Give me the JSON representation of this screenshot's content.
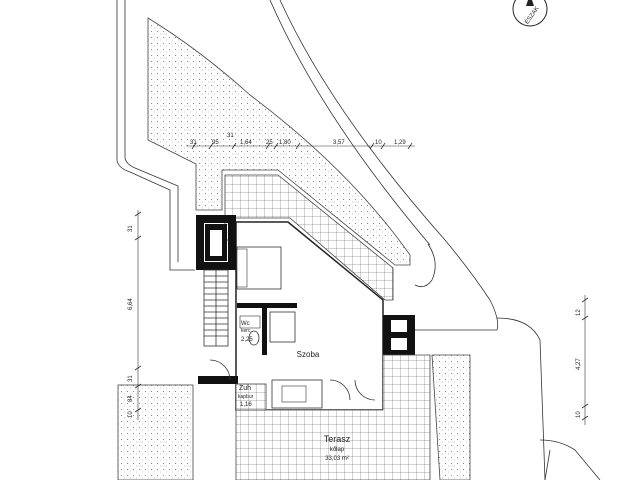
{
  "compass": {
    "label": "ÉSZAK"
  },
  "rooms": {
    "szoba": {
      "name": "Szoba"
    },
    "wc": {
      "name": "Wc",
      "line2": "kerc.",
      "area": "2,25"
    },
    "kamra": {
      "name": "Zuh",
      "line2": "kapbur",
      "area": "1,16"
    },
    "terasz": {
      "name": "Terasz",
      "line2": "kőlap",
      "area": "33,03 m²"
    }
  },
  "dimensions": {
    "top": [
      "31",
      "95",
      "1,64",
      "25",
      "1,80",
      "3,57",
      "10",
      "1,29"
    ],
    "top_upper": "31",
    "left": [
      "31",
      "6,64",
      "31",
      "84"
    ],
    "left_lower": "10",
    "right": [
      "12",
      "4,27",
      "10"
    ]
  }
}
